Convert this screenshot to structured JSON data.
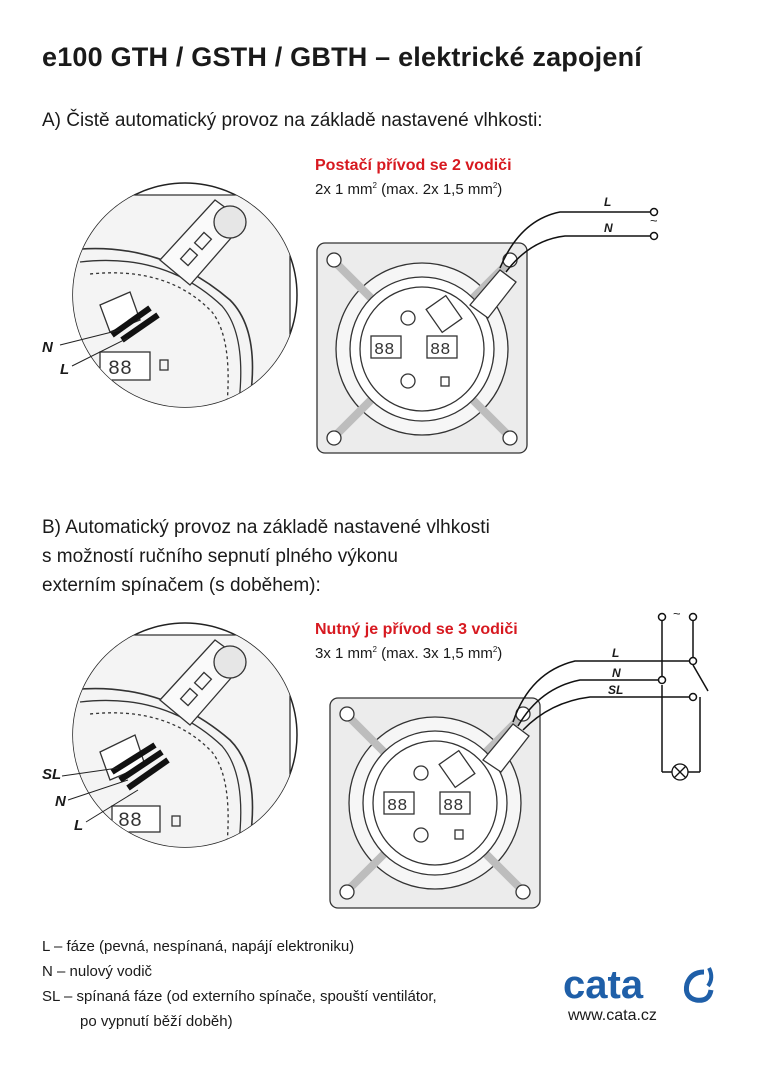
{
  "title": "e100 GTH / GSTH / GBTH – elektrické zapojení",
  "section_a": {
    "heading": "A) Čistě automatický provoz na základě nastavené vlhkosti:",
    "requirement": "Postačí přívod se 2 vodiči",
    "spec_text": "2x 1 mm",
    "spec_sup1": "2",
    "spec_text2": " (max. 2x 1,5 mm",
    "spec_sup2": "2",
    "spec_end": ")",
    "zoom_labels": [
      "N",
      "L"
    ],
    "wire_labels": [
      "L",
      "N"
    ],
    "supply_symbol": "~"
  },
  "section_b": {
    "heading_lines": [
      "B) Automatický provoz na základě nastavené vlhkosti",
      "s možností ručního sepnutí plného výkonu",
      "externím spínačem (s doběhem):"
    ],
    "requirement": "Nutný je přívod se 3 vodiči",
    "spec_text": "3x 1 mm",
    "spec_sup1": "2",
    "spec_text2": " (max. 3x 1,5 mm",
    "spec_sup2": "2",
    "spec_end": ")",
    "zoom_labels": [
      "SL",
      "N",
      "L"
    ],
    "wire_labels": [
      "L",
      "N",
      "SL"
    ],
    "supply_symbol": "~"
  },
  "legend": [
    "L – fáze (pevná, nespínaná, napájí elektroniku)",
    "N – nulový vodič",
    "SL – spínaná fáze (od externího spínače, spouští ventilátor,",
    "po vypnutí běží doběh)"
  ],
  "brand": {
    "logo_text": "cata",
    "url": "www.cata.cz",
    "color": "#1f5fa8"
  },
  "colors": {
    "accent_red": "#d71920",
    "text": "#1a1a1a",
    "fan_body": "#ececec"
  }
}
